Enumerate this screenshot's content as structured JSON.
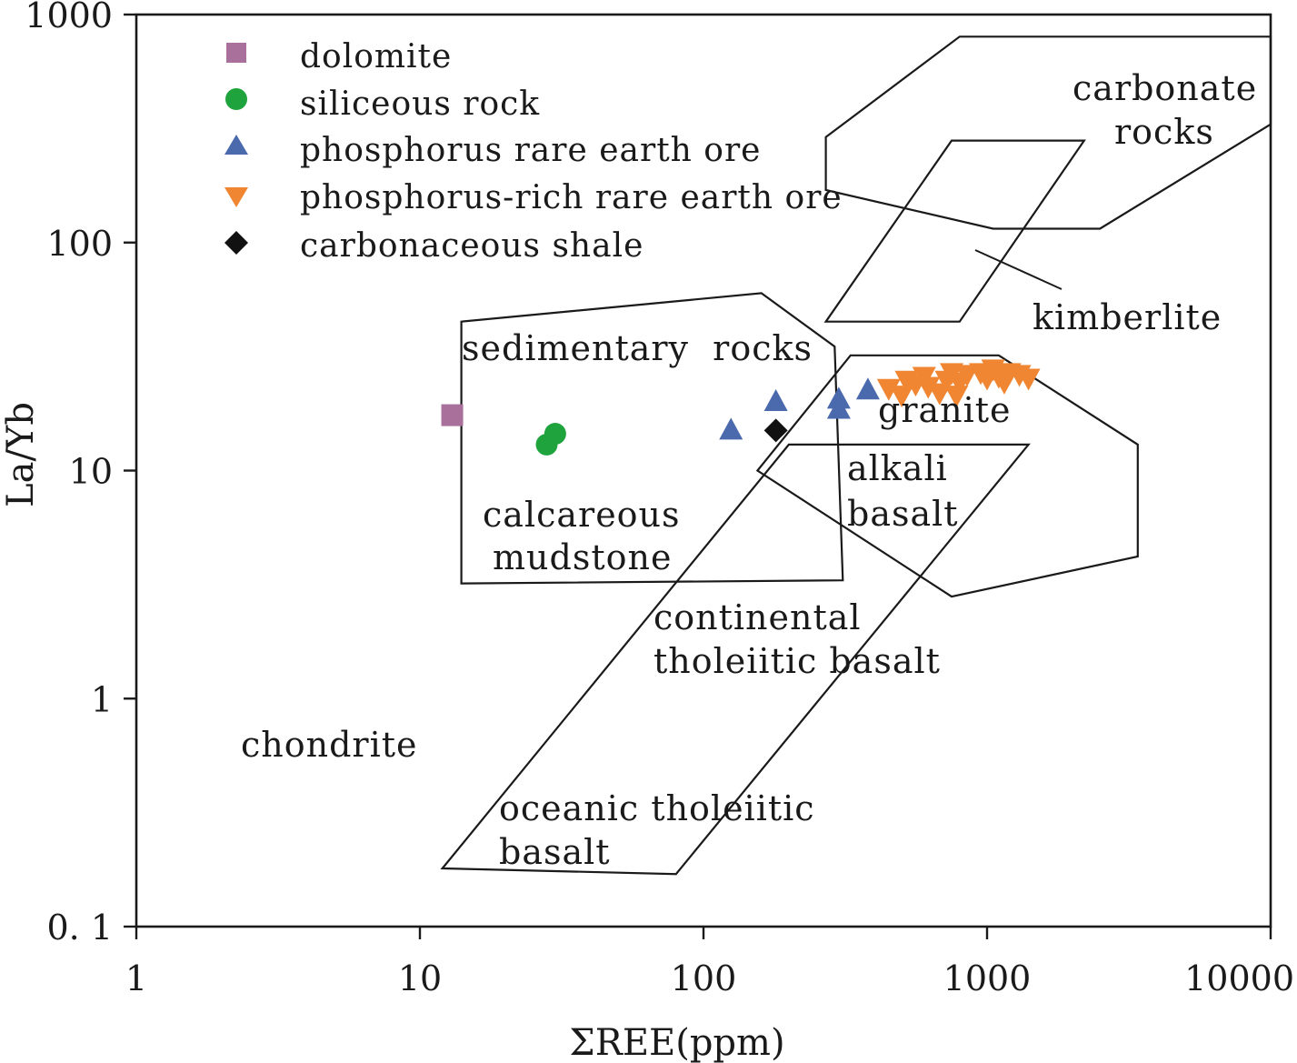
{
  "chart_data": {
    "type": "scatter",
    "xscale": "log",
    "yscale": "log",
    "xlabel": "ΣREE(ppm)",
    "ylabel": "La/Yb",
    "xlim": [
      1,
      10000
    ],
    "ylim": [
      0.1,
      1000
    ],
    "x_ticks": [
      1,
      10,
      100,
      1000,
      10000
    ],
    "x_tick_labels": [
      "1",
      "10",
      "100",
      "1000",
      "10000"
    ],
    "y_ticks": [
      0.1,
      1,
      10,
      100,
      1000
    ],
    "y_tick_labels": [
      "0. 1",
      "1",
      "10",
      "100",
      "1000"
    ],
    "legend_position": "top-left",
    "series": [
      {
        "name": "dolomite",
        "marker": "square",
        "color": "#a8709a",
        "points": [
          [
            13,
            17.5
          ]
        ]
      },
      {
        "name": "siliceous rock",
        "marker": "circle",
        "color": "#1fa33c",
        "points": [
          [
            28,
            13
          ],
          [
            30,
            14.5
          ]
        ]
      },
      {
        "name": "phosphorus rare earth ore",
        "marker": "triangle-up",
        "color": "#4a6aad",
        "points": [
          [
            125,
            15
          ],
          [
            180,
            20
          ],
          [
            300,
            18.5
          ],
          [
            300,
            20.5
          ],
          [
            380,
            22.5
          ]
        ]
      },
      {
        "name": "phosphorus-rich rare earth ore",
        "marker": "triangle-down",
        "color": "#f08632",
        "points": [
          [
            450,
            23
          ],
          [
            500,
            21.5
          ],
          [
            520,
            25
          ],
          [
            560,
            24
          ],
          [
            600,
            26
          ],
          [
            620,
            23.5
          ],
          [
            680,
            22
          ],
          [
            720,
            25
          ],
          [
            750,
            27
          ],
          [
            780,
            21.5
          ],
          [
            800,
            24.5
          ],
          [
            850,
            26.5
          ],
          [
            950,
            27
          ],
          [
            1000,
            25.5
          ],
          [
            1050,
            28
          ],
          [
            1100,
            26
          ],
          [
            1150,
            24.5
          ],
          [
            1200,
            27
          ],
          [
            1300,
            26.5
          ],
          [
            1400,
            25.5
          ]
        ]
      },
      {
        "name": "carbonaceous shale",
        "marker": "diamond",
        "color": "#111111",
        "points": [
          [
            180,
            15
          ]
        ]
      }
    ],
    "fields": [
      {
        "name": "carbonate rocks",
        "label_lines": [
          "carbonate",
          "rocks"
        ],
        "polygon": [
          [
            270,
            290
          ],
          [
            800,
            800
          ],
          [
            10000,
            800
          ],
          [
            10000,
            330
          ],
          [
            2500,
            115
          ],
          [
            1050,
            115
          ],
          [
            270,
            170
          ]
        ]
      },
      {
        "name": "kimberlite",
        "label_lines": [
          "kimberlite"
        ],
        "polygon": [
          [
            750,
            280
          ],
          [
            2200,
            280
          ],
          [
            800,
            45
          ],
          [
            270,
            45
          ]
        ]
      },
      {
        "name": "sedimentary rocks / calcareous mudstone",
        "label_lines": [
          "sedimentary  rocks"
        ],
        "polygon": [
          [
            14,
            45
          ],
          [
            160,
            60
          ],
          [
            290,
            35
          ],
          [
            310,
            3.3
          ],
          [
            14,
            3.2
          ]
        ]
      },
      {
        "name": "granite",
        "label_lines": [
          "granite"
        ],
        "polygon": [
          [
            155,
            10
          ],
          [
            330,
            32
          ],
          [
            1100,
            32
          ],
          [
            3400,
            13
          ],
          [
            3400,
            4.2
          ],
          [
            750,
            2.8
          ]
        ]
      },
      {
        "name": "alkali basalt / continental tholeiitic basalt / oceanic tholeiitic basalt",
        "label_lines": [
          "alkali",
          "basalt"
        ],
        "polygon": [
          [
            12,
            0.18
          ],
          [
            80,
            0.17
          ],
          [
            1400,
            13
          ],
          [
            200,
            13
          ]
        ]
      }
    ],
    "annotations": [
      "calcareous",
      "mudstone",
      "continental",
      "tholeiitic basalt",
      "chondrite",
      "oceanic tholeiitic",
      "basalt"
    ]
  }
}
